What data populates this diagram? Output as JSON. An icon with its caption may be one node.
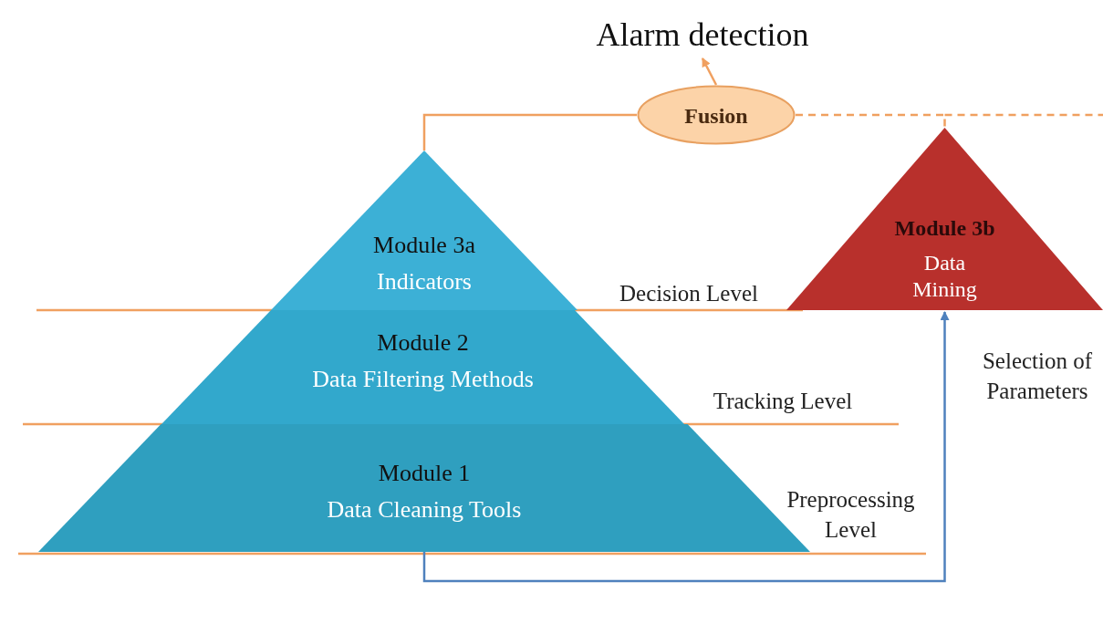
{
  "diagram": {
    "nodes": [
      {
        "text": [
          "Alarm detection"
        ]
      },
      {
        "text": [
          "Fusion"
        ]
      },
      {
        "text": [
          "Module 3a",
          "Indicators"
        ]
      },
      {
        "text": [
          "Module 3b",
          "Data Mining"
        ]
      },
      {
        "text": [
          "Module 2",
          "Data Filtering Methods"
        ]
      },
      {
        "text": [
          "Module 1",
          "Data Cleaning Tools"
        ]
      }
    ],
    "edges": [
      {
        "from": 2,
        "to": 1,
        "arrow": "none"
      },
      {
        "from": 1,
        "to": 3,
        "arrow": "none",
        "style": "dashed"
      },
      {
        "from": 1,
        "to": 0,
        "arrow": "to"
      },
      {
        "from": 5,
        "to": 3,
        "arrow": "to",
        "label": "Selection of Parameters",
        "color": "#4f81bd"
      }
    ],
    "labels": [
      "Decision Level",
      "Tracking Level",
      "Preprocessing Level"
    ]
  }
}
